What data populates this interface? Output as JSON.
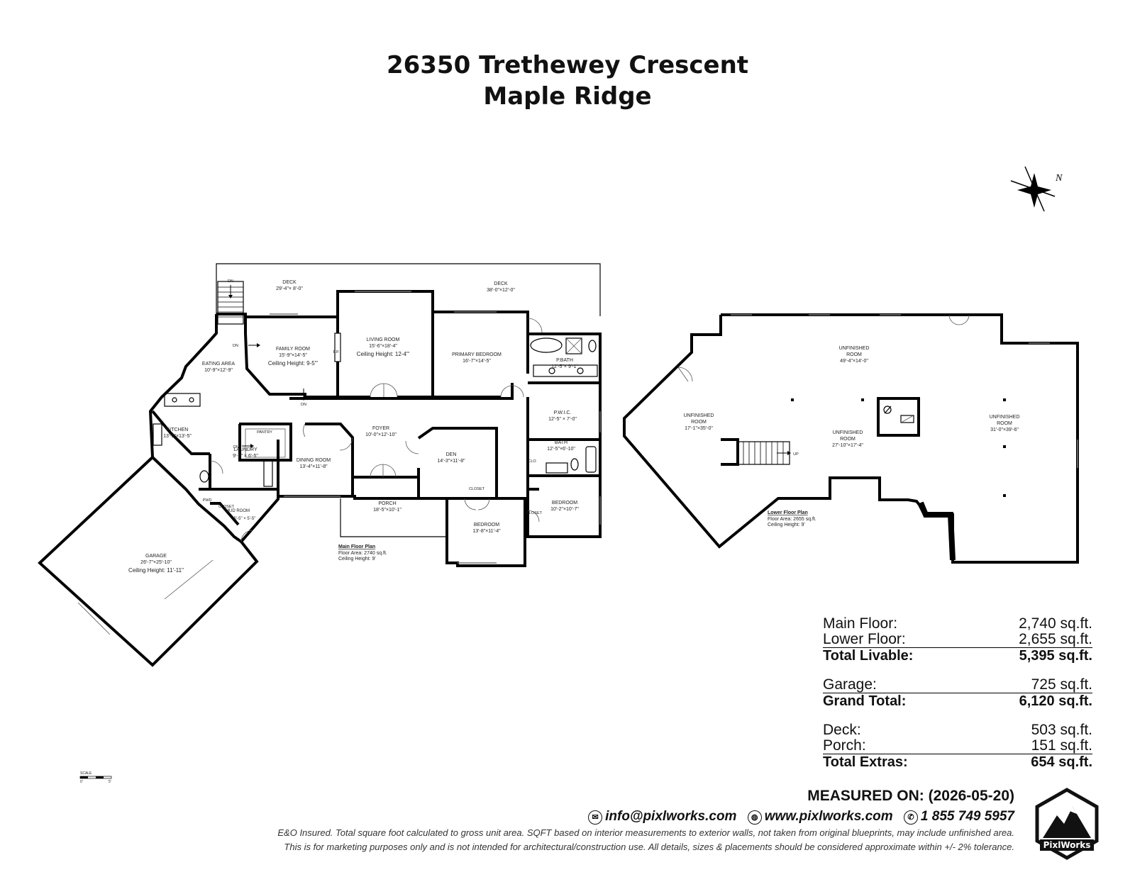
{
  "header": {
    "line1": "26350 Trethewey Crescent",
    "line2": "Maple Ridge"
  },
  "compass": {
    "label": "N"
  },
  "main_floor": {
    "rooms": [
      {
        "id": "deck1",
        "name": "DECK",
        "dims": "29'-4\"× 8'-0\""
      },
      {
        "id": "deck2",
        "name": "DECK",
        "dims": "38'-0\"×12'-0\""
      },
      {
        "id": "family",
        "name": "FAMILY ROOM",
        "dims": "15'-9\"×14'-5\"",
        "extra": "Ceiling Height: 9-5\"'"
      },
      {
        "id": "living",
        "name": "LIVING ROOM",
        "dims": "15'-6\"×18'-4\"",
        "extra": "Ceiling Height: 12-4\"'"
      },
      {
        "id": "primary",
        "name": "PRIMARY BEDROOM",
        "dims": "16'-7\"×14'-5\""
      },
      {
        "id": "pbath",
        "name": "P.BATH",
        "dims": "12'-5\"× 9'-1\""
      },
      {
        "id": "eating",
        "name": "EATING AREA",
        "dims": "10'-9\"×12'-9\""
      },
      {
        "id": "kitchen",
        "name": "KITCHEN",
        "dims": "13'-5\"×13'-5\""
      },
      {
        "id": "pwic",
        "name": "P.W.I.C.",
        "dims": "12'-5\" × 7'-0\""
      },
      {
        "id": "foyer",
        "name": "FOYER",
        "dims": "10'-0\"×12'-10\""
      },
      {
        "id": "dining",
        "name": "DINING ROOM",
        "dims": "13'-4\"×11'-8\""
      },
      {
        "id": "den",
        "name": "DEN",
        "dims": "14'-3\"×11'-8\""
      },
      {
        "id": "bath",
        "name": "BATH",
        "dims": "12'-5\"×6'-10\""
      },
      {
        "id": "laundry",
        "name": "LAUNDRY",
        "dims": "9'-9\" × 6'-5\""
      },
      {
        "id": "bedroom2",
        "name": "BEDROOM",
        "dims": "10'-2\"×10'-7\""
      },
      {
        "id": "porch",
        "name": "PORCH",
        "dims": "18'-5\"×10'-1\""
      },
      {
        "id": "bedroom1",
        "name": "BEDROOM",
        "dims": "13'-8\"×11'-4\""
      },
      {
        "id": "garage",
        "name": "GARAGE",
        "dims": "26'-7\"×25'-10\"",
        "extra": "Ceiling Height: 11'-11\""
      }
    ],
    "small_labels": {
      "pantry": "PANTRY",
      "closet1": "CLOSET",
      "closet2": "CLOSET",
      "closet3": "CLOSET",
      "clo": "CLO",
      "pwd": "PWD",
      "mudroom": "MUD ROOM",
      "mud_dims": "5'-5\" × 5'-5\"",
      "fp": "F.P.",
      "dn1": "DN",
      "dn2": "DN",
      "dn3": "DN",
      "dn4": "DN"
    },
    "plan_title": "Main Floor Plan",
    "plan_area": "Floor Area: 2740 sq.ft.",
    "plan_ceiling": "Ceiling Height: 9'"
  },
  "lower_floor": {
    "rooms": [
      {
        "id": "ur_top",
        "name": "UNFINISHED",
        "name2": "ROOM",
        "dims": "49'-4\"×14'-0\""
      },
      {
        "id": "ur_left",
        "name": "UNFINISHED",
        "name2": "ROOM",
        "dims": "17'-1\"×35'-0\""
      },
      {
        "id": "ur_mid",
        "name": "UNFINISHED",
        "name2": "ROOM",
        "dims": "27'-10\"×17'-4\""
      },
      {
        "id": "ur_right",
        "name": "UNFINISHED",
        "name2": "ROOM",
        "dims": "31'-0\"×39'-6\""
      }
    ],
    "up_label": "UP",
    "plan_title": "Lower Floor Plan",
    "plan_area": "Floor Area: 2655 sq.ft.",
    "plan_ceiling": "Ceiling Height: 9'"
  },
  "scale": {
    "label": "SCALE",
    "start": "0'",
    "end": "5'"
  },
  "summary": [
    {
      "label": "Main Floor:",
      "value": "2,740 sq.ft.",
      "total": false,
      "underline": false
    },
    {
      "label": "Lower Floor:",
      "value": "2,655 sq.ft.",
      "total": false,
      "underline": true
    },
    {
      "label": "Total Livable:",
      "value": "5,395 sq.ft.",
      "total": true,
      "underline": false,
      "gap_after": true
    },
    {
      "label": "Garage:",
      "value": "725 sq.ft.",
      "total": false,
      "underline": true
    },
    {
      "label": "Grand Total:",
      "value": "6,120 sq.ft.",
      "total": true,
      "underline": false,
      "gap_after": true
    },
    {
      "label": "Deck:",
      "value": "503 sq.ft.",
      "total": false,
      "underline": false
    },
    {
      "label": "Porch:",
      "value": "151 sq.ft.",
      "total": false,
      "underline": true
    },
    {
      "label": "Total Extras:",
      "value": "654 sq.ft.",
      "total": true,
      "underline": false
    }
  ],
  "footer": {
    "measured": "MEASURED ON: (2026-05-20)",
    "email": "info@pixlworks.com",
    "website": "www.pixlworks.com",
    "phone": "1 855 749 5957",
    "disclaimer1": "E&O Insured.  Total square foot calculated to gross unit area. SQFT based on interior measurements to exterior walls, not taken from original blueprints, may include unfinished area.",
    "disclaimer2": "This is for marketing purposes only and is not intended for architectural/construction use.  All details, sizes & placements should be considered approximate within +/- 2%  tolerance.",
    "logo_text": "PixlWorks"
  }
}
